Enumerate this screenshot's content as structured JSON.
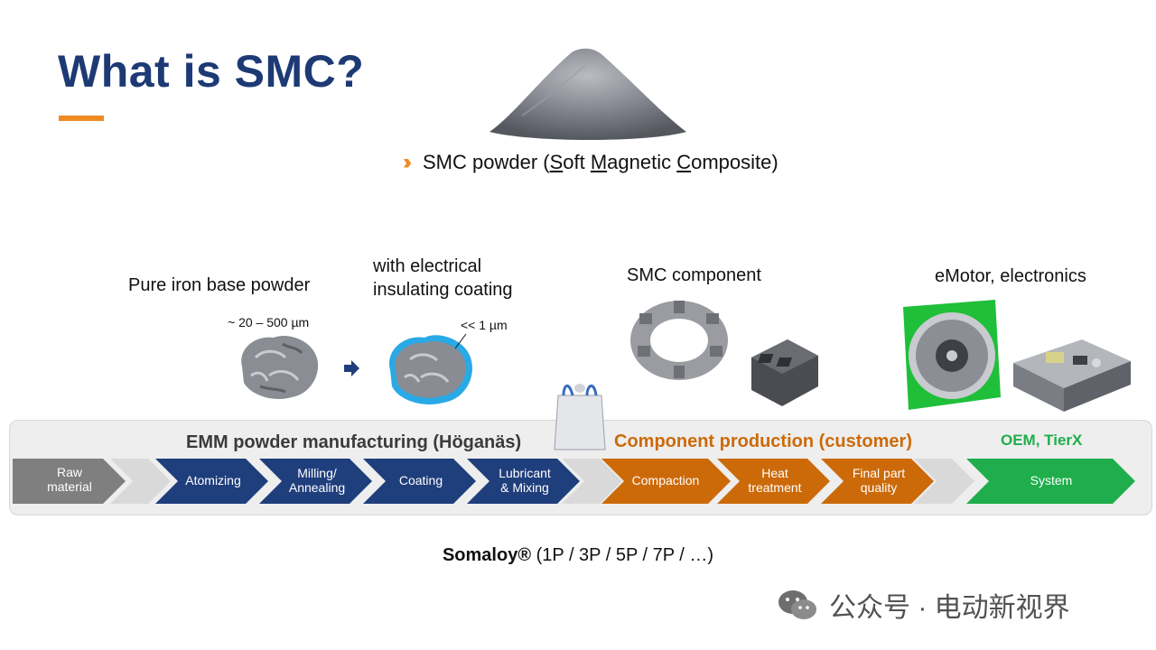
{
  "slide": {
    "title": "What is SMC?",
    "smc_powder": {
      "prefix": "SMC powder (",
      "s": "S",
      "oft": "oft ",
      "m": "M",
      "agnetic": "agnetic ",
      "c": "C",
      "omposite": "omposite",
      "suffix": ")"
    },
    "labels": {
      "pure_iron": "Pure iron base powder",
      "size_range": "~ 20 – 500 µm",
      "coating_line1": "with electrical",
      "coating_line2": "insulating coating",
      "coating_size": "<< 1 µm",
      "smc_component": "SMC component",
      "emotor": "eMotor, electronics"
    },
    "band": {
      "emm": "EMM powder manufacturing (Höganäs)",
      "component": "Component production (customer)",
      "oem": "OEM, TierX"
    },
    "steps": [
      {
        "line1": "Raw",
        "line2": "material",
        "color": "#7f7f7f"
      },
      {
        "line1": "Atomizing",
        "line2": "",
        "color": "#1f3e7c"
      },
      {
        "line1": "Milling/",
        "line2": "Annealing",
        "color": "#1f3e7c"
      },
      {
        "line1": "Coating",
        "line2": "",
        "color": "#1f3e7c"
      },
      {
        "line1": "Lubricant",
        "line2": "& Mixing",
        "color": "#1f3e7c"
      },
      {
        "line1": "Compaction",
        "line2": "",
        "color": "#cc6a0a"
      },
      {
        "line1": "Heat",
        "line2": "treatment",
        "color": "#cc6a0a"
      },
      {
        "line1": "Final part",
        "line2": "quality",
        "color": "#cc6a0a"
      },
      {
        "line1": "System",
        "line2": "",
        "color": "#1fae4b"
      }
    ],
    "somaloy_bold": "Somaloy®",
    "somaloy_rest": " (1P / 3P / 5P / 7P / …)",
    "watermark": "公众号 · 电动新视界",
    "colors": {
      "navy": "#1d3a75",
      "orange": "#f08a24",
      "component_orange": "#cc6a0a",
      "green": "#1fae4b"
    }
  }
}
